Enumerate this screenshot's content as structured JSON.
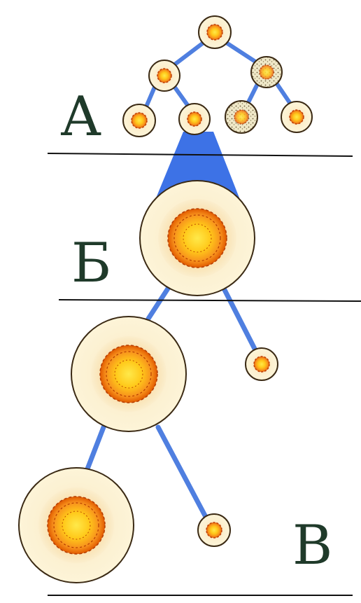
{
  "labels": {
    "stage_a": "А",
    "stage_b": "Б",
    "stage_c": "В"
  },
  "colors": {
    "connector": "#4f7fe0",
    "cone": "#3d72e6",
    "divider": "#111111",
    "cell_outline": "#3b2a14",
    "cell_outer": "#fbf0c9",
    "cell_halo": "#f5cf8e",
    "cell_nucleus": "#ffcc14",
    "cell_nucleus_edge": "#e85c00",
    "degenerating_cell": "#e9e2c4"
  }
}
